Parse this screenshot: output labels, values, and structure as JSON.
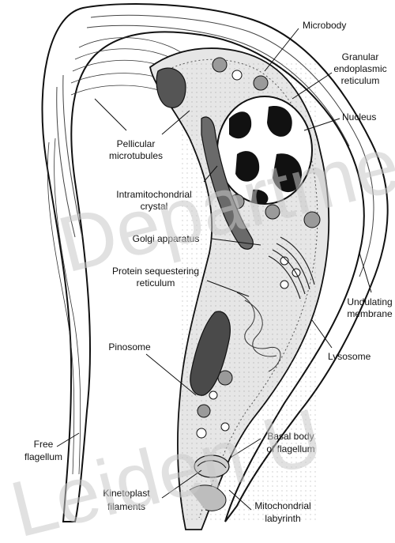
{
  "labels": {
    "microbody": "Microbody",
    "granular_er_1": "Granular",
    "granular_er_2": "endoplasmic",
    "granular_er_3": "reticulum",
    "nucleus": "Nucleus",
    "pellicular_1": "Pellicular",
    "pellicular_2": "microtubules",
    "intramito_1": "Intramitochondrial",
    "intramito_2": "crystal",
    "golgi": "Golgi apparatus",
    "protein_seq_1": "Protein sequestering",
    "protein_seq_2": "reticulum",
    "undulating_1": "Undulating",
    "undulating_2": "membrane",
    "lysosome": "Lysosome",
    "pinosome": "Pinosome",
    "free_flag_1": "Free",
    "free_flag_2": "flagellum",
    "basal_body_1": "Basal body",
    "basal_body_2": "of flagellum",
    "kinetoplast_1": "Kinetoplast",
    "kinetoplast_2": "filaments",
    "mito_lab_1": "Mitochondrial",
    "mito_lab_2": "labyrinth"
  },
  "watermark": {
    "line1": "Department",
    "line2": "Leiden U"
  }
}
